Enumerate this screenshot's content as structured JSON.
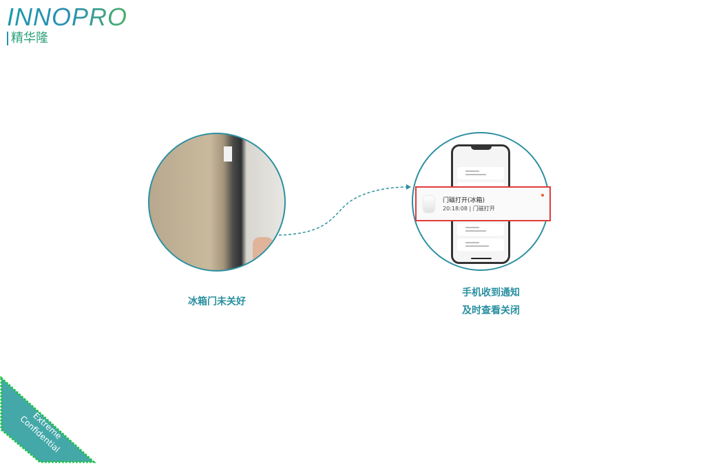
{
  "logo": {
    "en": "INNOPRO",
    "cn": "精华隆"
  },
  "left": {
    "caption": "冰箱门未关好"
  },
  "right": {
    "caption_line1": "手机收到通知",
    "caption_line2": "及时查看关闭",
    "notification": {
      "title": "门磁打开(冰箱)",
      "detail": "20:18:08 | 门磁打开"
    }
  },
  "banner": {
    "line1": "Extreme",
    "line2": "Confidential"
  },
  "colors": {
    "accent": "#2a8fa0",
    "notification_border": "#e03a3a",
    "banner": "#45a8a8",
    "banner_border": "#1fc24a"
  }
}
